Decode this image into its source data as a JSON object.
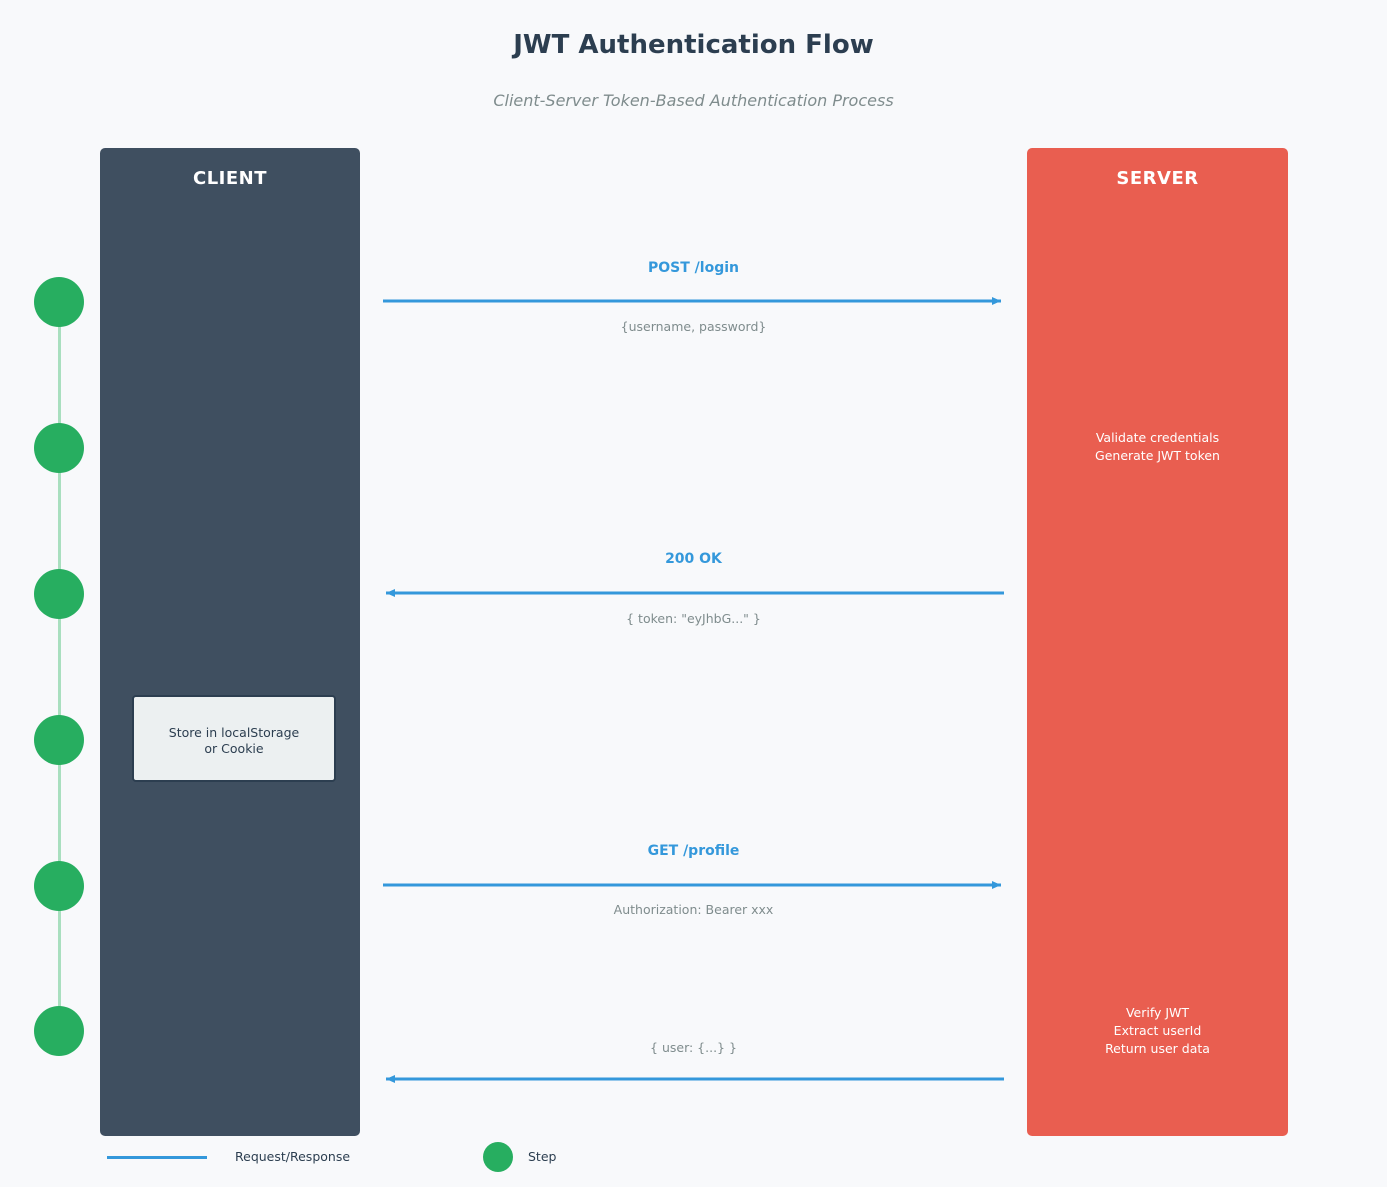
{
  "header": {
    "title": "JWT Authentication Flow",
    "subtitle": "Client-Server Token-Based Authentication Process"
  },
  "actors": {
    "client": {
      "label": "CLIENT",
      "color": "#3f4f60"
    },
    "server": {
      "label": "SERVER",
      "color": "#e95e50"
    }
  },
  "messages": [
    {
      "label": "POST /login",
      "payload": "{username, password}",
      "direction": "client-to-server"
    },
    {
      "label": "200 OK",
      "payload": "{ token: \"eyJhbG...\" }",
      "direction": "server-to-client"
    },
    {
      "label": "GET /profile",
      "payload": "Authorization: Bearer xxx",
      "direction": "client-to-server"
    },
    {
      "label": "",
      "payload": "{ user: {...} }",
      "direction": "server-to-client"
    }
  ],
  "server_notes": {
    "validate": [
      "Validate credentials",
      "Generate JWT token"
    ],
    "verify": [
      "Verify JWT",
      "Extract userId",
      "Return user data"
    ]
  },
  "client_note": [
    "Store in localStorage",
    "or Cookie"
  ],
  "steps": {
    "count": 6,
    "color": "#27ae60"
  },
  "legend": {
    "request_response": "Request/Response",
    "step": "Step"
  },
  "colors": {
    "arrow": "#3498db",
    "step": "#27ae60",
    "timeline": "#a9dfbf"
  }
}
